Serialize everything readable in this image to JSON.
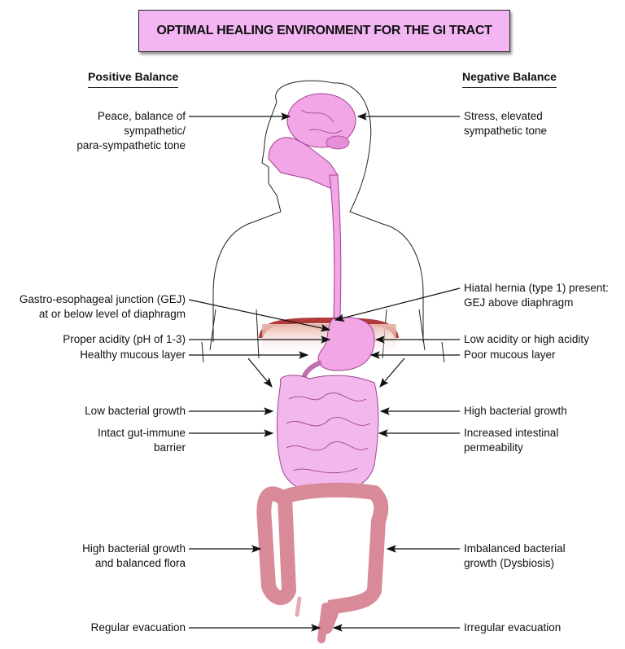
{
  "title": "OPTIMAL HEALING ENVIRONMENT FOR THE GI TRACT",
  "positive": {
    "header": "Positive Balance",
    "items": [
      [
        "Peace, balance of",
        "sympathetic/",
        "para-sympathetic tone"
      ],
      [
        "Gastro-esophageal junction (GEJ)",
        "at or below level of diaphragm"
      ],
      [
        "Proper acidity (pH of 1-3)"
      ],
      [
        "Healthy mucous layer"
      ],
      [
        "Low bacterial growth"
      ],
      [
        "Intact gut-immune",
        "barrier"
      ],
      [
        "High bacterial growth",
        "and balanced flora"
      ],
      [
        "Regular evacuation"
      ]
    ]
  },
  "negative": {
    "header": "Negative Balance",
    "items": [
      [
        "Stress, elevated",
        "sympathetic tone"
      ],
      [
        "Hiatal hernia (type 1) present:",
        "GEJ above diaphragm"
      ],
      [
        "Low acidity or high acidity"
      ],
      [
        "Poor mucous layer"
      ],
      [
        "High bacterial growth"
      ],
      [
        "Increased intestinal",
        "permeability"
      ],
      [
        "Imbalanced bacterial",
        "growth (Dysbiosis)"
      ],
      [
        "Irregular evacuation"
      ]
    ]
  },
  "colors": {
    "title_bg": "#f4b6f2",
    "organ": "#f2a6e6",
    "colon": "#e8a9b4",
    "diaphragm": "#b23a3a"
  }
}
